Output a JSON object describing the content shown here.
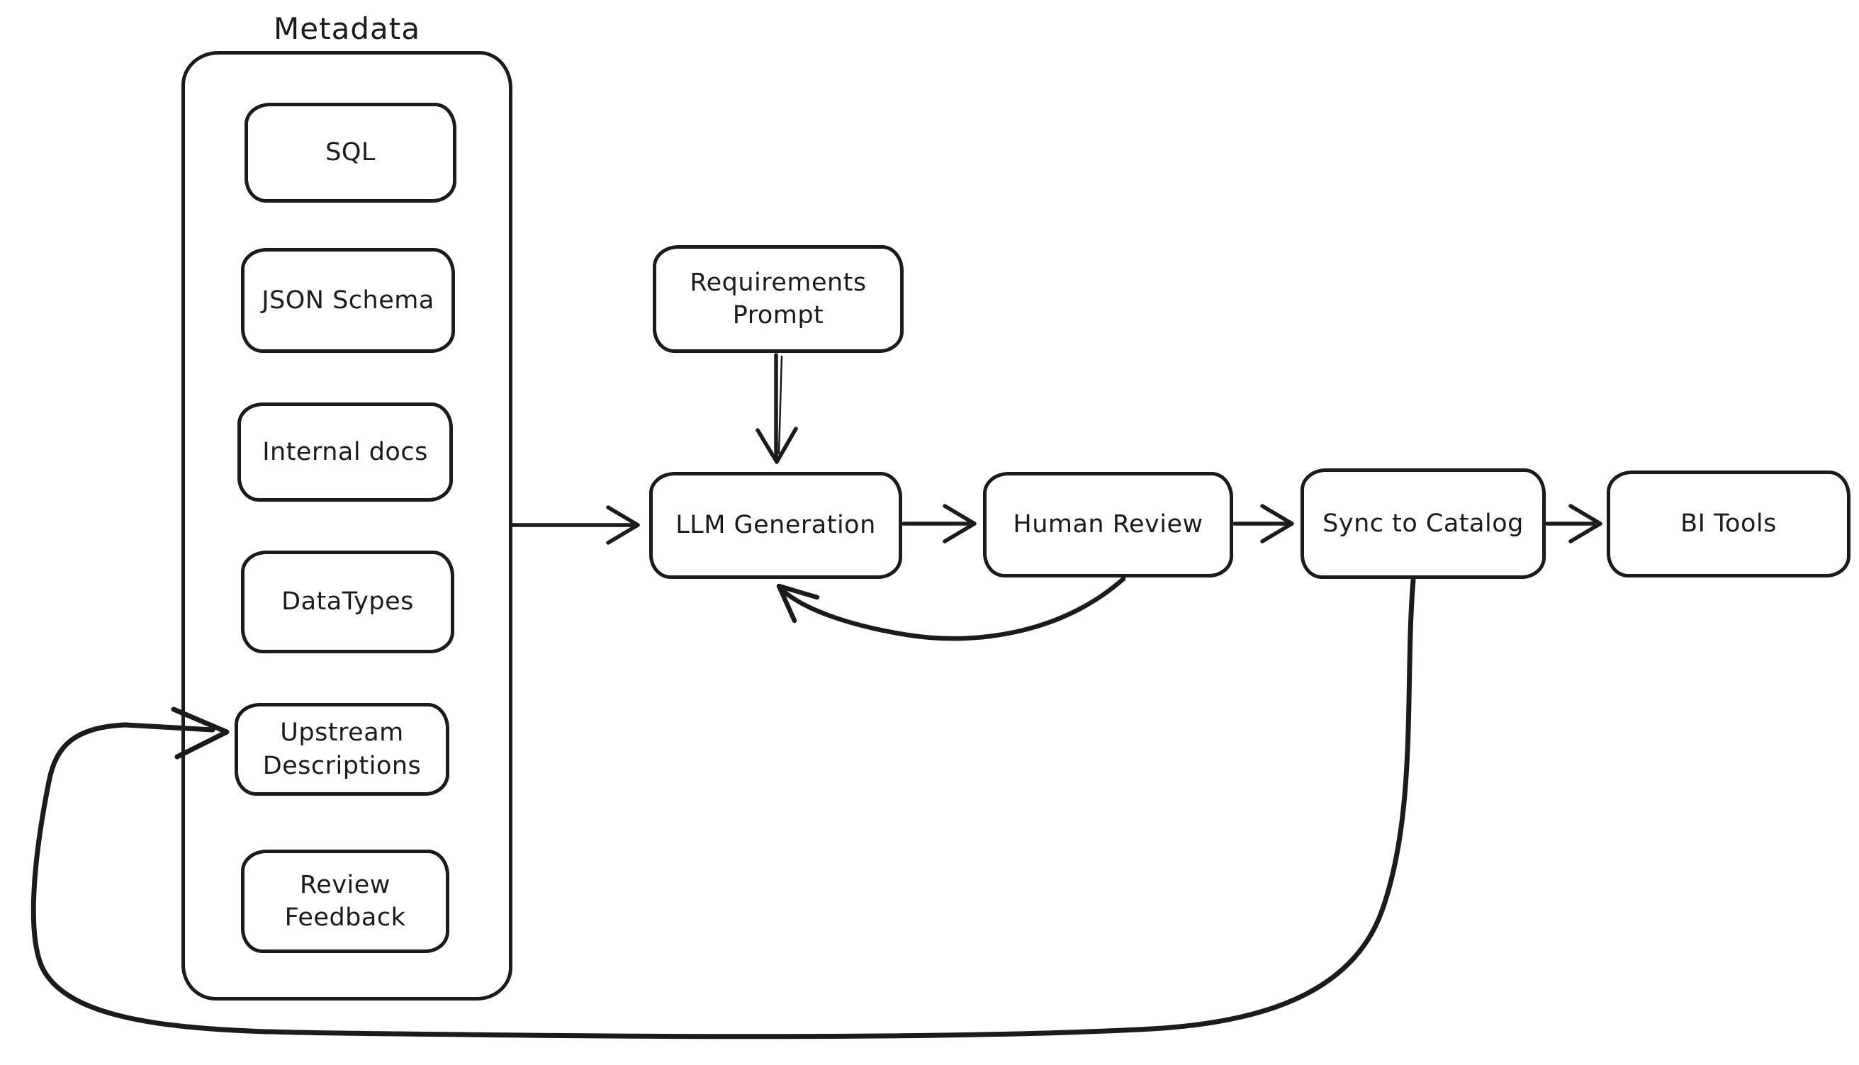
{
  "diagram": {
    "type": "flowchart",
    "style": "hand-drawn",
    "colors": {
      "stroke": "#1b1b1b",
      "background": "#ffffff"
    },
    "group": {
      "title": "Metadata",
      "items": [
        {
          "label": "SQL"
        },
        {
          "label": "JSON Schema"
        },
        {
          "label": "Internal docs"
        },
        {
          "label": "DataTypes"
        },
        {
          "label": "Upstream Descriptions"
        },
        {
          "label": "Review Feedback"
        }
      ]
    },
    "nodes": [
      {
        "label": "Requirements Prompt"
      },
      {
        "label": "LLM Generation"
      },
      {
        "label": "Human Review"
      },
      {
        "label": "Sync to Catalog"
      },
      {
        "label": "BI Tools"
      }
    ],
    "edges": [
      {
        "from": "Requirements Prompt",
        "to": "LLM Generation",
        "kind": "straight"
      },
      {
        "from": "Metadata",
        "to": "LLM Generation",
        "kind": "straight"
      },
      {
        "from": "LLM Generation",
        "to": "Human Review",
        "kind": "straight"
      },
      {
        "from": "Human Review",
        "to": "Sync to Catalog",
        "kind": "straight"
      },
      {
        "from": "Sync to Catalog",
        "to": "BI Tools",
        "kind": "straight"
      },
      {
        "from": "Human Review",
        "to": "LLM Generation",
        "kind": "feedback-curve"
      },
      {
        "from": "Sync to Catalog",
        "to": "Upstream Descriptions",
        "kind": "feedback-loop"
      }
    ]
  }
}
